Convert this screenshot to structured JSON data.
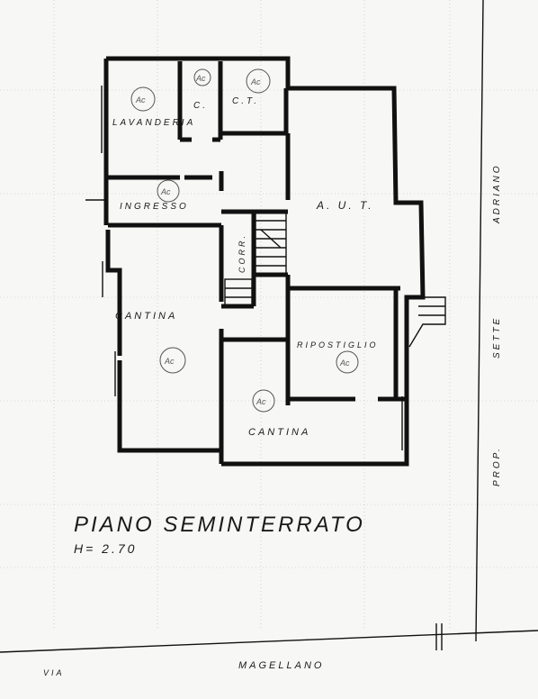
{
  "rooms": {
    "lavanderia": "LAVANDERIA",
    "wc": "C.",
    "ct": "C.T.",
    "ingresso": "INGRESSO",
    "aut": "A. U. T.",
    "corr": "CORR.",
    "cantina_left": "CANTINA",
    "ripostiglio": "RIPOSTIGLIO",
    "cantina_right": "CANTINA"
  },
  "stamps": {
    "s1": "Ac",
    "s2": "Ac",
    "s3": "Ac",
    "s4": "Ac",
    "s5": "Ac",
    "s6": "Ac",
    "s7": "Ac"
  },
  "plan_title": "PIANO SEMINTERRATO",
  "height_label": "H= 2.70",
  "street": {
    "prefix": "VIA",
    "name": "MAGELLANO"
  },
  "property": {
    "prefix": "PROP.",
    "name": "SETTE",
    "name2": "ADRIANO"
  }
}
